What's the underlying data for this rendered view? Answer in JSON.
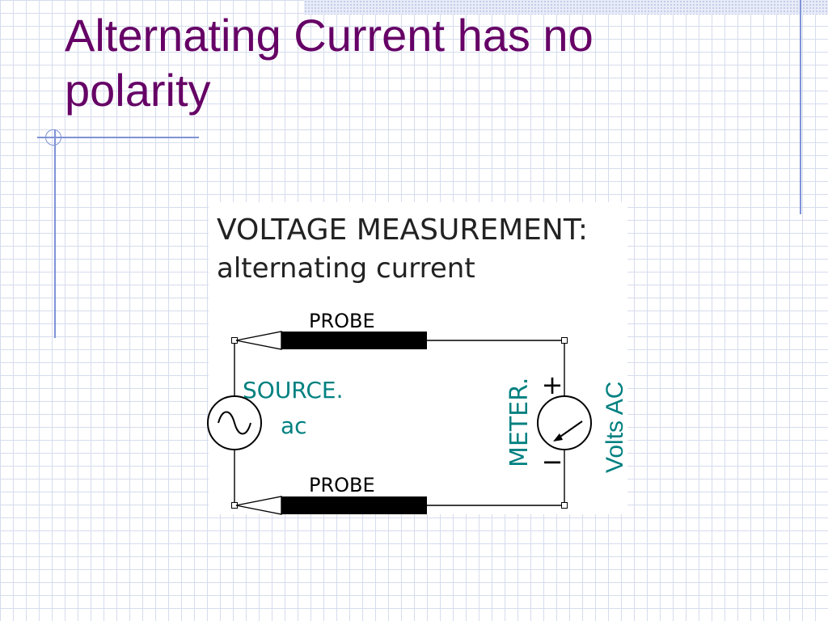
{
  "slide": {
    "title_line1": "Alternating Current has no",
    "title_line2": "polarity"
  },
  "diagram": {
    "heading_line1": "VOLTAGE MEASUREMENT:",
    "heading_line2": "alternating current",
    "probe_top_label": "PROBE",
    "probe_bottom_label": "PROBE",
    "source_label": "SOURCE.",
    "source_type": "ac",
    "meter_label": "METER.",
    "plus_sign": "+",
    "minus_sign": "−",
    "meter_reading": "Volts AC",
    "colors": {
      "label_teal": "#008080",
      "title_purple": "#660066",
      "wire": "#000000"
    }
  }
}
